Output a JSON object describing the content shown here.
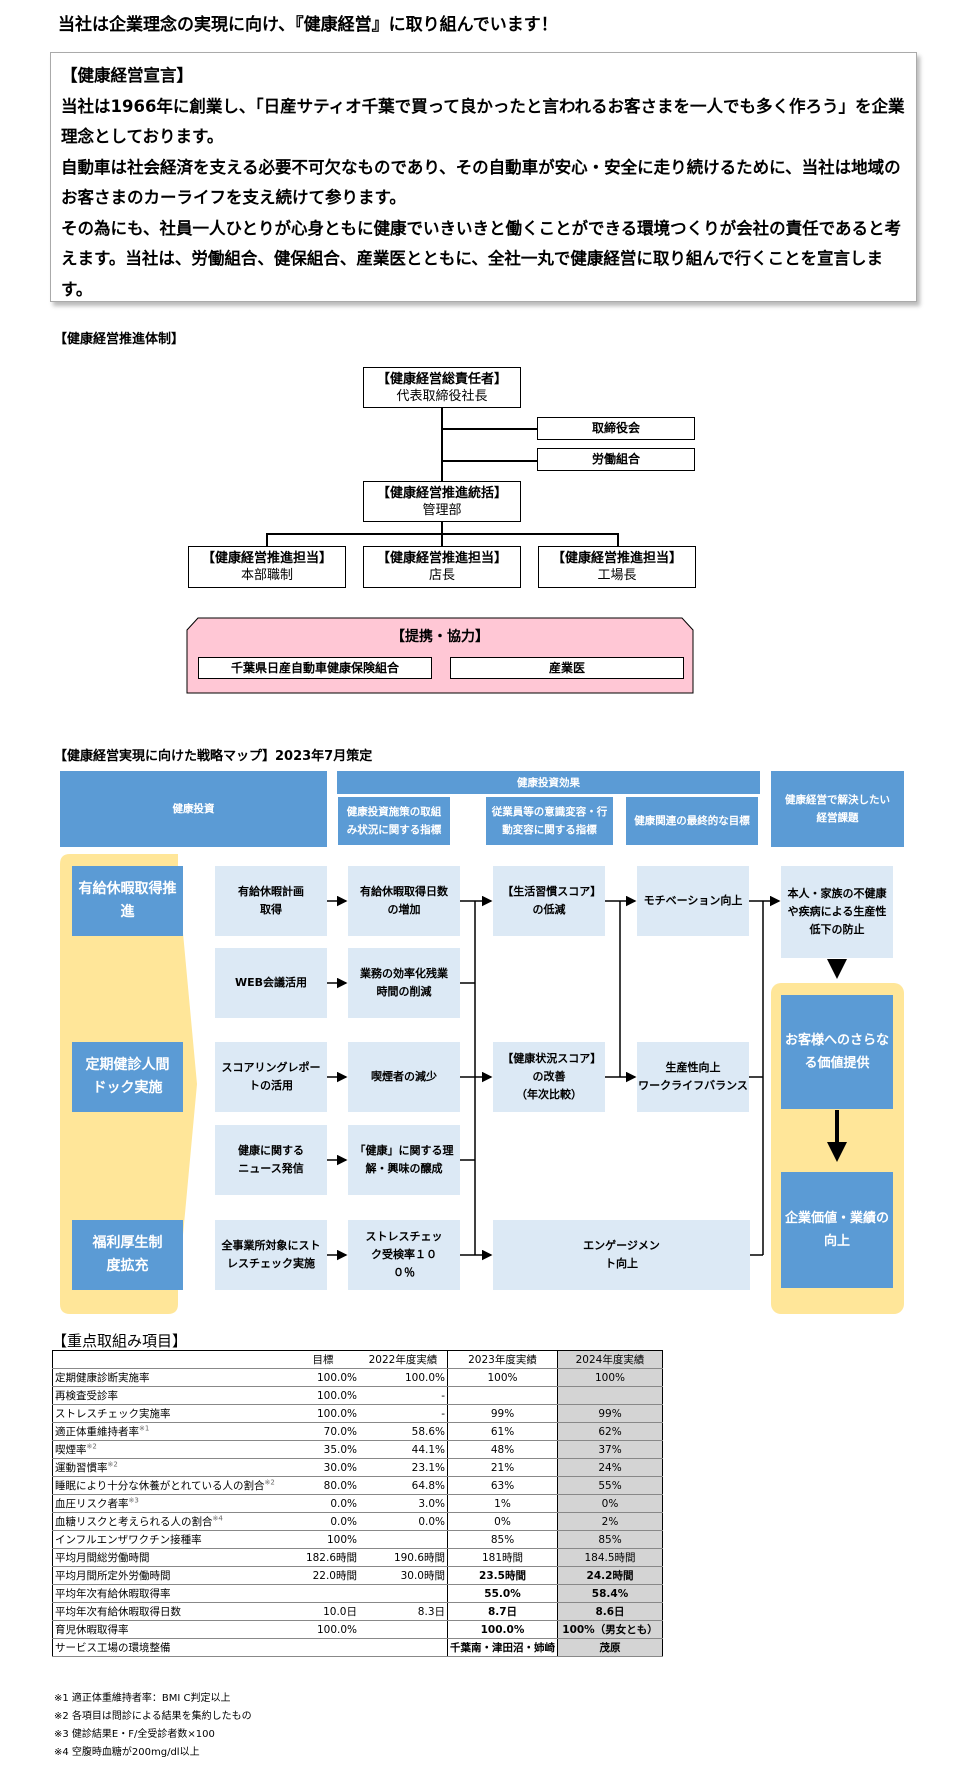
{
  "page_title": "当社は企業理念の実現に向け、『健康経営』に取り組んでいます！",
  "declaration": {
    "heading": "【健康経営宣言】",
    "paragraphs": [
      "当社は1966年に創業し、「日産サティオ千葉で買って良かったと言われるお客さまを一人でも多く作ろう」を企業理念としております。",
      "自動車は社会経済を支える必要不可欠なものであり、その自動車が安心・安全に走り続けるために、当社は地域のお客さまのカーライフを支え続けて参ります。",
      "その為にも、社員一人ひとりが心身ともに健康でいきいきと働くことができる環境つくりが会社の責任であると考えます。当社は、労働組合、健保組合、産業医とともに、全社一丸で健康経営に取り組んで行くことを宣言します。"
    ]
  },
  "org": {
    "section_title": "【健康経営推進体制】",
    "top": {
      "role": "【健康経営総責任者】",
      "name": "代表取締役社長"
    },
    "side1": "取締役会",
    "side2": "労働組合",
    "mid": {
      "role": "【健康経営推進統括】",
      "name": "管理部"
    },
    "leaves": [
      {
        "role": "【健康経営推進担当】",
        "name": "本部職制"
      },
      {
        "role": "【健康経営推進担当】",
        "name": "店長"
      },
      {
        "role": "【健康経営推進担当】",
        "name": "工場長"
      }
    ],
    "partner_title": "【提携・協力】",
    "partners": [
      "千葉県日産自動車健康保険組合",
      "産業医"
    ]
  },
  "strategy": {
    "section_title": "【健康経営実現に向けた戦略マップ】2023年7月策定",
    "headers": {
      "investment": "健康投資",
      "effect": "健康投資効果",
      "col_a": "健康投資施策の取組み状況に関する指標",
      "col_b": "従業員等の意識変容・行動変容に関する指標",
      "col_c": "健康関連の最終的な目標",
      "goal": "健康経営で解決したい経営課題"
    },
    "pillars": [
      "有給休暇取得推進",
      "定期健診人間ドック実施",
      "福利厚生制度拡充"
    ],
    "measures": [
      "有給休暇計画取得",
      "WEB会議活用",
      "スコアリングレポートの活用",
      "健康に関するニュース発信",
      "全事業所対象にストレスチェック実施"
    ],
    "indicators": [
      "有給休暇取得日数の増加",
      "業務の効率化残業時間の削減",
      "喫煙者の減少",
      "「健康」に関する理解・興味の醸成",
      "ストレスチェック受検率１００％"
    ],
    "behavior": [
      "【生活習慣スコア】の低減",
      "【健康状況スコア】の改善",
      "（年次比較）",
      "エンゲージメント向上"
    ],
    "final": [
      "モチベーション向上",
      "生産性向上",
      "ワークライフバランス"
    ],
    "issue": "本人・家族の不健康や疾病による生産性低下の防止",
    "value": "お客様へのさらなる価値提供",
    "corp": "企業価値・業績の向上"
  },
  "table": {
    "title": "【重点取組み項目】",
    "columns": [
      "",
      "目標",
      "2022年度実績",
      "2023年度実績",
      "2024年度実績"
    ],
    "rows": [
      {
        "label": "定期健康診断実施率",
        "note": "",
        "v": [
          "100.0%",
          "100.0%",
          "100%",
          "100%"
        ],
        "bold": false
      },
      {
        "label": "再検査受診率",
        "note": "",
        "v": [
          "100.0%",
          "-",
          "",
          ""
        ],
        "bold": false
      },
      {
        "label": "ストレスチェック実施率",
        "note": "",
        "v": [
          "100.0%",
          "-",
          "99%",
          "99%"
        ],
        "bold": false
      },
      {
        "label": "適正体重維持者率",
        "note": "※1",
        "v": [
          "70.0%",
          "58.6%",
          "61%",
          "62%"
        ],
        "bold": false
      },
      {
        "label": "喫煙率",
        "note": "※2",
        "v": [
          "35.0%",
          "44.1%",
          "48%",
          "37%"
        ],
        "bold": false
      },
      {
        "label": "運動習慣率",
        "note": "※2",
        "v": [
          "30.0%",
          "23.1%",
          "21%",
          "24%"
        ],
        "bold": false
      },
      {
        "label": "睡眠により十分な休養がとれている人の割合",
        "note": "※2",
        "v": [
          "80.0%",
          "64.8%",
          "63%",
          "55%"
        ],
        "bold": false
      },
      {
        "label": "血圧リスク者率",
        "note": "※3",
        "v": [
          "0.0%",
          "3.0%",
          "1%",
          "0%"
        ],
        "bold": false
      },
      {
        "label": "血糖リスクと考えられる人の割合",
        "note": "※4",
        "v": [
          "0.0%",
          "0.0%",
          "0%",
          "2%"
        ],
        "bold": false
      },
      {
        "label": "インフルエンザワクチン接種率",
        "note": "",
        "v": [
          "100%",
          "",
          "85%",
          "85%"
        ],
        "bold": false
      },
      {
        "label": "平均月間総労働時間",
        "note": "",
        "v": [
          "182.6時間",
          "190.6時間",
          "181時間",
          "184.5時間"
        ],
        "bold": false
      },
      {
        "label": "平均月間所定外労働時間",
        "note": "",
        "v": [
          "22.0時間",
          "30.0時間",
          "23.5時間",
          "24.2時間"
        ],
        "bold": true
      },
      {
        "label": "平均年次有給休暇取得率",
        "note": "",
        "v": [
          "",
          "",
          "55.0%",
          "58.4%"
        ],
        "bold": true
      },
      {
        "label": "平均年次有給休暇取得日数",
        "note": "",
        "v": [
          "10.0日",
          "8.3日",
          "8.7日",
          "8.6日"
        ],
        "bold": true
      },
      {
        "label": "育児休暇取得率",
        "note": "",
        "v": [
          "100.0%",
          "",
          "100.0%",
          "100%（男女とも）"
        ],
        "bold": true
      },
      {
        "label": "サービス工場の環境整備",
        "note": "",
        "v": [
          "",
          "",
          "千葉南・津田沼・姉崎",
          "茂原"
        ],
        "bold": true
      }
    ]
  },
  "notes": [
    "※1  適正体重維持者率：BMI  C判定以上",
    "※2  各項目は問診による結果を集約したもの",
    "※3  健診結果E・F/全受診者数×100",
    "※4  空腹時血糖が200mg/dl以上"
  ]
}
